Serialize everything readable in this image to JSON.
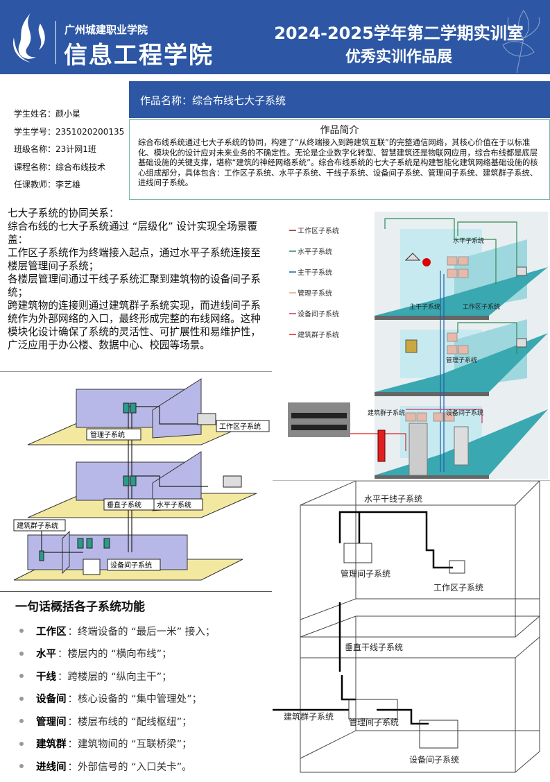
{
  "header": {
    "school": "广州城建职业学院",
    "college": "信息工程学院",
    "title_line1": "2024-2025学年第二学期实训室",
    "title_line2": "优秀实训作品展"
  },
  "work": {
    "title": "作品名称：综合布线七大子系统"
  },
  "student": {
    "name": "学生姓名：颜小星",
    "id": "学生学号：2351020200135",
    "class": "班级名称：23计网1班",
    "course": "课程名称：综合布线技术",
    "teacher": "任课教师：李艺雄"
  },
  "intro": {
    "heading": "作品简介",
    "text": "综合布线系统通过七大子系统的协同，构建了“从终端接入到跨建筑互联”的完整通信网络，其核心价值在于以标准化、模块化的设计应对未来业务的不确定性。无论是企业数字化转型、智慧建筑还是物联网应用，综合布线都是底层基础设施的关键支撑，堪称“建筑的神经网络系统”。综合布线系统的七大子系统是构建智能化建筑网络基础设施的核心组成部分，具体包含：工作区子系统、水平子系统、干线子系统、设备间子系统、管理间子系统、建筑群子系统、进线间子系统。"
  },
  "relation": {
    "lines": [
      "七大子系统的协同关系：",
      "综合布线的七大子系统通过 “层级化” 设计实现全场景覆盖：",
      "工作区子系统作为终端接入起点，通过水平子系统连接至楼层管理间子系统；",
      "各楼层管理间通过干线子系统汇聚到建筑物的设备间子系统；",
      "跨建筑物的连接则通过建筑群子系统实现，而进线间子系统作为外部网络的入口，最终形成完整的布线网络。这种模块化设计确保了系统的灵活性、可扩展性和易维护性，广泛应用于办公楼、数据中心、校园等场景。"
    ]
  },
  "diagram_left": {
    "labels": {
      "mgmt": "管理子系统",
      "work": "工作区子系统",
      "vertical": "垂直子系统",
      "horizontal": "水平子系统",
      "campus": "建筑群子系统",
      "equip": "设备间子系统"
    }
  },
  "diagram_right_top": {
    "legend": [
      "工作区子系统",
      "水平子系统",
      "主干子系统",
      "管理子系统",
      "设备间子系统",
      "建筑群子系统"
    ],
    "legend_colors": [
      "#8b1a1a",
      "#2e8b57",
      "#1e5fa8",
      "#e8a080",
      "#d0306a",
      "#e02020"
    ],
    "labels": {
      "horizontal": "水平子系统",
      "backbone": "主干子系统",
      "work": "工作区子系统",
      "mgmt": "管理子系统",
      "campus": "建筑群子系统",
      "equip": "设备间子系统"
    }
  },
  "diagram_right_bottom": {
    "labels": {
      "horizontal": "水平干线子系统",
      "mgmt_top": "管理间子系统",
      "work": "工作区子系统",
      "vertical": "垂直干线子系统",
      "campus": "建筑群子系统",
      "mgmt_bottom": "管理间子系统",
      "equip": "设备间子系统"
    }
  },
  "summary": {
    "heading": "一句话概括各子系统功能",
    "items": [
      {
        "term": "工作区",
        "desc": "：终端设备的 “最后一米” 接入；"
      },
      {
        "term": "水平",
        "desc": "：楼层内的 “横向布线”；"
      },
      {
        "term": "干线",
        "desc": "：跨楼层的 “纵向主干”；"
      },
      {
        "term": "设备间",
        "desc": "：核心设备的 “集中管理处”；"
      },
      {
        "term": "管理间",
        "desc": "：楼层布线的 “配线枢纽”；"
      },
      {
        "term": "建筑群",
        "desc": "：建筑物间的 “互联桥梁”；"
      },
      {
        "term": "进线间",
        "desc": "：外部信号的 “入口关卡”。"
      }
    ]
  }
}
